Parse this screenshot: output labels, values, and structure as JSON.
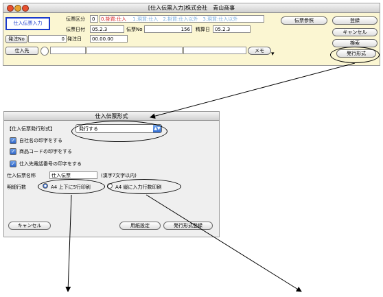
{
  "window1": {
    "title": "[仕入伝票入力]株式会社　青山商事",
    "header_badge": "仕入伝票入力",
    "slip_type_label": "伝票区分",
    "slip_type_value": "0",
    "slip_type_options": "0.掛買:仕入　1.現買:仕入　2.掛買:仕入以外　3.現買:仕入以外",
    "slip_date_label": "伝票日付",
    "slip_date_value": "05.2.3",
    "slip_no_label": "伝票No",
    "slip_no_value": "156",
    "settlement_date_label": "精算日",
    "settlement_date_value": "05.2.3",
    "order_no_button": "発注No",
    "order_no_value": "0",
    "order_date_label": "発注日",
    "order_date_value": "00.00.00",
    "supplier_button": "仕入先",
    "memo_button": "メモ",
    "slip_ref_button": "伝票参照",
    "register_button": "登録",
    "cancel_button": "キャンセル",
    "search_button": "検索",
    "issue_format_button": "発行形式"
  },
  "window2": {
    "title": "仕入伝票形式",
    "issue_format_label": "【仕入伝票発行形式】",
    "issue_format_value": "発行する",
    "check_company_name": "自社名の印字をする",
    "check_product_code": "商品コードの印字をする",
    "check_supplier_phone": "仕入先電話番号の印字をする",
    "slip_name_label": "仕入伝票名称",
    "slip_name_value": "仕入伝票",
    "slip_name_hint": "(漢字7文字以内)",
    "detail_rows_label": "明細行数",
    "radio_a4_updown": "A4 上下に5行印刷",
    "radio_a4_vertical": "A4 縦に入力行数印刷",
    "cancel_button": "キャンセル",
    "paper_setup_button": "用紙設定",
    "register_format_button": "発行形式登録"
  },
  "colors": {
    "window_bg": "#fbf6d2",
    "dialog_bg": "#efefef",
    "slip_option_red": "#d62020",
    "slip_option_blue": "#7ab0e0",
    "badge_border": "#1a3acc"
  }
}
